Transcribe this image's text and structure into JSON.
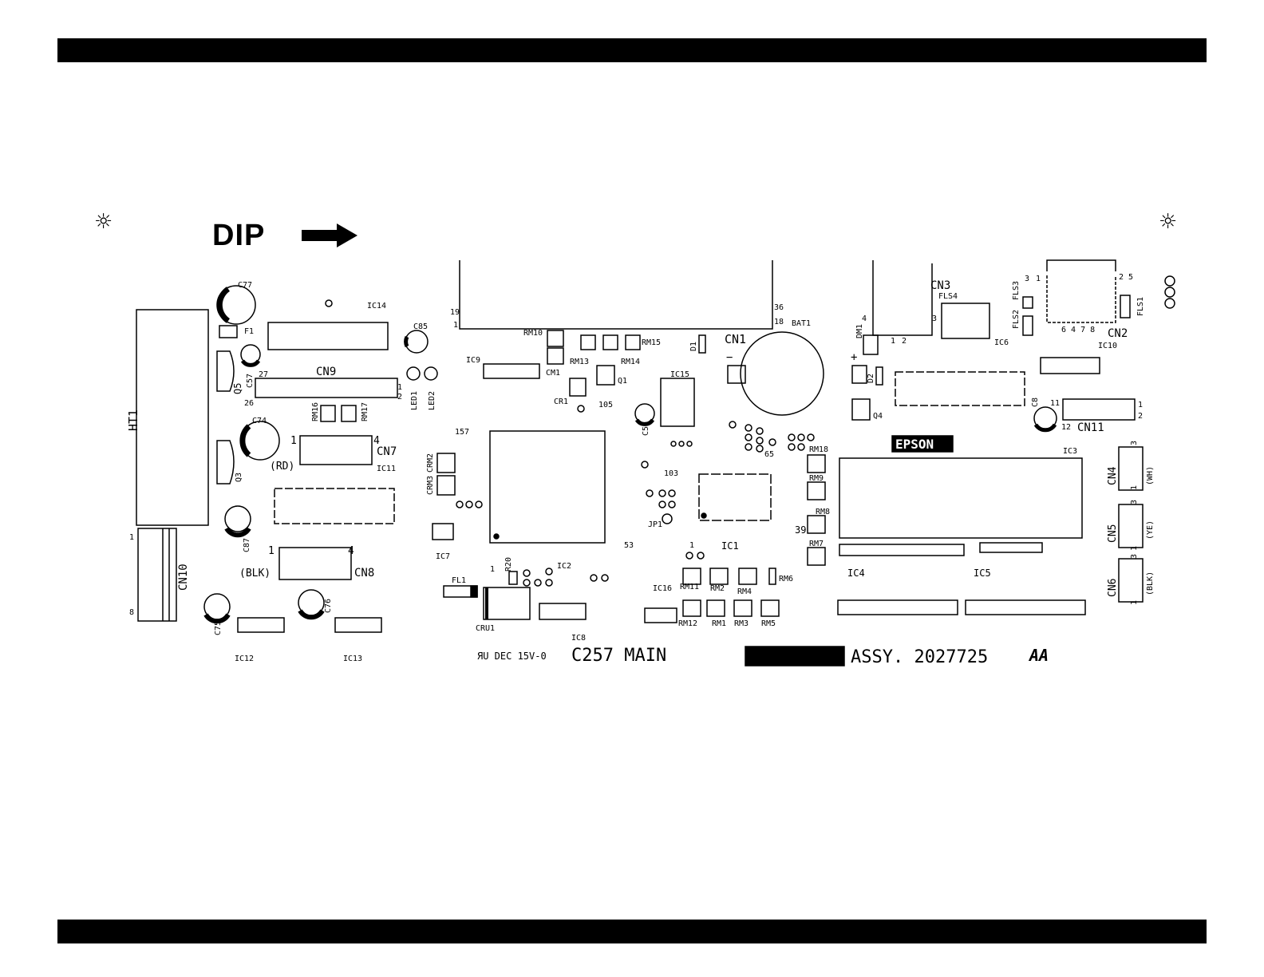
{
  "header_bar": "",
  "footer_bar": "",
  "orientation_marks": {
    "left_icon": "sun-icon",
    "right_icon": "sun-icon"
  },
  "dip": {
    "label": "DIP",
    "arrow_icon": "arrow-right-icon"
  },
  "board": {
    "title": "C257 MAIN",
    "assembly": "ASSY. 2027725",
    "revision": "AA",
    "ul_mark": "ЯU DEC 15V-0",
    "logo": "EPSON",
    "labels": {
      "c77": "C77",
      "ic14": "IC14",
      "c85": "C85",
      "f1": "F1",
      "q5": "Q5",
      "c57": "C57",
      "cn9": "CN9",
      "cn9_pin27": "27",
      "cn9_pin26": "26",
      "cn9_pin1": "1",
      "cn9_pin2": "2",
      "rm16": "RM16",
      "rm17": "RM17",
      "led1": "LED1",
      "led2": "LED2",
      "ht1": "HT1",
      "c74": "C74",
      "q3": "Q3",
      "cn7": "CN7",
      "cn7_pin1": "1",
      "cn7_pin4": "4",
      "rd": "(RD)",
      "ic11": "IC11",
      "c87": "C87",
      "cn8": "CN8",
      "cn8_pin1": "1",
      "cn8_pin4": "4",
      "blk": "(BLK)",
      "cn10": "CN10",
      "cn10_pin1": "1",
      "cn10_pin8": "8",
      "c75": "C75",
      "c76": "C76",
      "ic12": "IC12",
      "ic13": "IC13",
      "cn1_pin19": "19",
      "cn1_pin1": "1",
      "cn1_pin36": "36",
      "cn1_pin18": "18",
      "cn1": "CN1",
      "rm10": "RM10",
      "rm13": "RM13",
      "rm14": "RM14",
      "rm15": "RM15",
      "ic9": "IC9",
      "cm1": "CM1",
      "q1": "Q1",
      "cr1": "CR1",
      "n105": "105",
      "d1": "D1",
      "ic15": "IC15",
      "c55": "C55",
      "n157": "157",
      "crm2": "CRM2",
      "crm3": "CRM3",
      "ic7": "IC7",
      "n53": "53",
      "n103": "103",
      "jp1": "JP1",
      "bat1": "BAT1",
      "bat_minus": "−",
      "bat_plus": "+",
      "n65": "65",
      "dm1": "DM1",
      "d2": "D2",
      "q4": "Q4",
      "cn3": "CN3",
      "cn3_pin1": "1",
      "cn3_pin2": "2",
      "cn3_pin3": "3",
      "cn3_pin4": "4",
      "fls4": "FLS4",
      "ic6": "IC6",
      "fls3": "FLS3",
      "fls2": "FLS2",
      "fls1": "FLS1",
      "cn2": "CN2",
      "cn2_pin1": "1",
      "cn2_pin3": "3",
      "cn2_pin25": "2 5",
      "cn2_pins": "6 4 7 8",
      "ic10": "IC10",
      "c8": "C8",
      "cn11": "CN11",
      "cn11_pin11": "11",
      "cn11_pin12": "12",
      "cn11_pin1": "1",
      "cn11_pin2": "2",
      "ic3": "IC3",
      "cn4": "CN4",
      "wh": "(WH)",
      "cn5": "CN5",
      "ye": "(YE)",
      "cn6": "CN6",
      "blk2": "(BLK)",
      "cn4_pin3": "3",
      "cn5_pin3": "3",
      "cn6_pin3": "3",
      "cn4_pin1": "1",
      "cn5_pin1": "1",
      "cn6_pin1": "1",
      "rm18": "RM18",
      "rm9": "RM9",
      "rm8": "RM8",
      "rm7": "RM7",
      "n39": "39",
      "ic1": "IC1",
      "ic1_pin1": "1",
      "ic4": "IC4",
      "ic5": "IC5",
      "rm11": "RM11",
      "rm2": "RM2",
      "rm4": "RM4",
      "rm6": "RM6",
      "rm12": "RM12",
      "rm1": "RM1",
      "rm3": "RM3",
      "rm5": "RM5",
      "ic16": "IC16",
      "fl1": "FL1",
      "r20": "R20",
      "ic2": "IC2",
      "ic2_pin1": "1",
      "cru1": "CRU1",
      "ic8": "IC8"
    }
  }
}
